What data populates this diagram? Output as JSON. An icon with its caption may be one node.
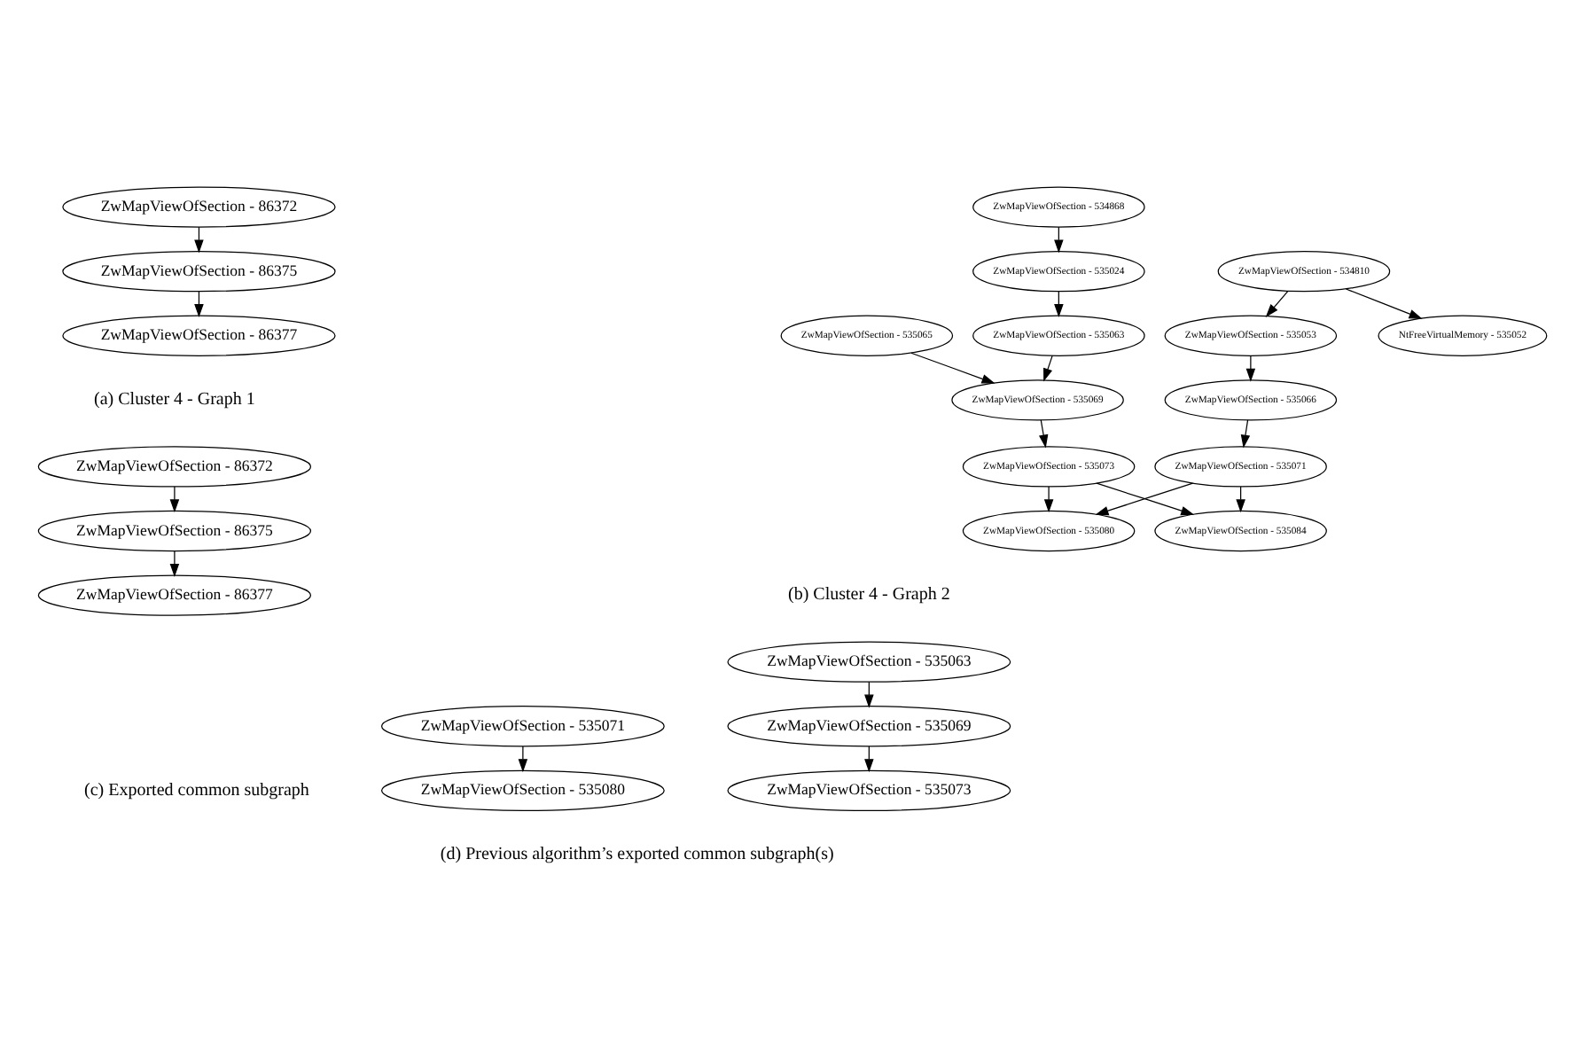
{
  "diagram": {
    "nodes": [
      {
        "text": [
          "ZwMapViewOfSection - 86372"
        ]
      },
      {
        "text": [
          "ZwMapViewOfSection - 86375"
        ]
      },
      {
        "text": [
          "ZwMapViewOfSection - 86377"
        ]
      },
      {
        "text": [
          "ZwMapViewOfSection - 534810"
        ]
      },
      {
        "text": [
          "NtFreeVirtualMemory - 535052"
        ]
      },
      {
        "text": [
          "ZwMapViewOfSection - 535053"
        ]
      },
      {
        "text": [
          "ZwMapViewOfSection - 534868"
        ]
      },
      {
        "text": [
          "ZwMapViewOfSection - 535024"
        ]
      },
      {
        "text": [
          "ZwMapViewOfSection - 535065"
        ]
      },
      {
        "text": [
          "ZwMapViewOfSection - 535063"
        ]
      },
      {
        "text": [
          "ZwMapViewOfSection - 535066"
        ]
      },
      {
        "text": [
          "ZwMapViewOfSection - 535069"
        ]
      },
      {
        "text": [
          "ZwMapViewOfSection - 535071"
        ]
      },
      {
        "text": [
          "ZwMapViewOfSection - 535073"
        ]
      },
      {
        "text": [
          "ZwMapViewOfSection - 535080"
        ]
      },
      {
        "text": [
          "ZwMapViewOfSection - 535084"
        ]
      },
      {
        "text": [
          "ZwMapViewOfSection - 86372"
        ]
      },
      {
        "text": [
          "ZwMapViewOfSection - 86375"
        ]
      },
      {
        "text": [
          "ZwMapViewOfSection - 86377"
        ]
      },
      {
        "text": [
          "ZwMapViewOfSection - 535063"
        ]
      },
      {
        "text": [
          "ZwMapViewOfSection - 535069"
        ]
      },
      {
        "text": [
          "ZwMapViewOfSection - 535073"
        ]
      },
      {
        "text": [
          "ZwMapViewOfSection - 535071"
        ]
      },
      {
        "text": [
          "ZwMapViewOfSection - 535080"
        ]
      }
    ],
    "edges": [
      {
        "from": 0,
        "to": 1,
        "arrow": "to"
      },
      {
        "from": 1,
        "to": 2,
        "arrow": "to"
      },
      {
        "from": 3,
        "to": 4,
        "arrow": "to"
      },
      {
        "from": 3,
        "to": 5,
        "arrow": "to"
      },
      {
        "from": 5,
        "to": 10,
        "arrow": "to"
      },
      {
        "from": 10,
        "to": 12,
        "arrow": "to"
      },
      {
        "from": 6,
        "to": 7,
        "arrow": "to"
      },
      {
        "from": 7,
        "to": 9,
        "arrow": "to"
      },
      {
        "from": 8,
        "to": 11,
        "arrow": "to"
      },
      {
        "from": 9,
        "to": 11,
        "arrow": "to"
      },
      {
        "from": 11,
        "to": 13,
        "arrow": "to"
      },
      {
        "from": 12,
        "to": 14,
        "arrow": "to"
      },
      {
        "from": 12,
        "to": 15,
        "arrow": "to"
      },
      {
        "from": 13,
        "to": 14,
        "arrow": "to"
      },
      {
        "from": 13,
        "to": 15,
        "arrow": "to"
      },
      {
        "from": 16,
        "to": 17,
        "arrow": "to"
      },
      {
        "from": 17,
        "to": 18,
        "arrow": "to"
      },
      {
        "from": 19,
        "to": 20,
        "arrow": "to"
      },
      {
        "from": 20,
        "to": 21,
        "arrow": "to"
      },
      {
        "from": 22,
        "to": 23,
        "arrow": "to"
      }
    ],
    "labels": [
      "(a) Cluster 4 - Graph 1",
      "(b) Cluster 4 - Graph 2",
      "(c) Exported common subgraph",
      "(d) Previous algorithm’s exported common subgraph(s)"
    ]
  }
}
